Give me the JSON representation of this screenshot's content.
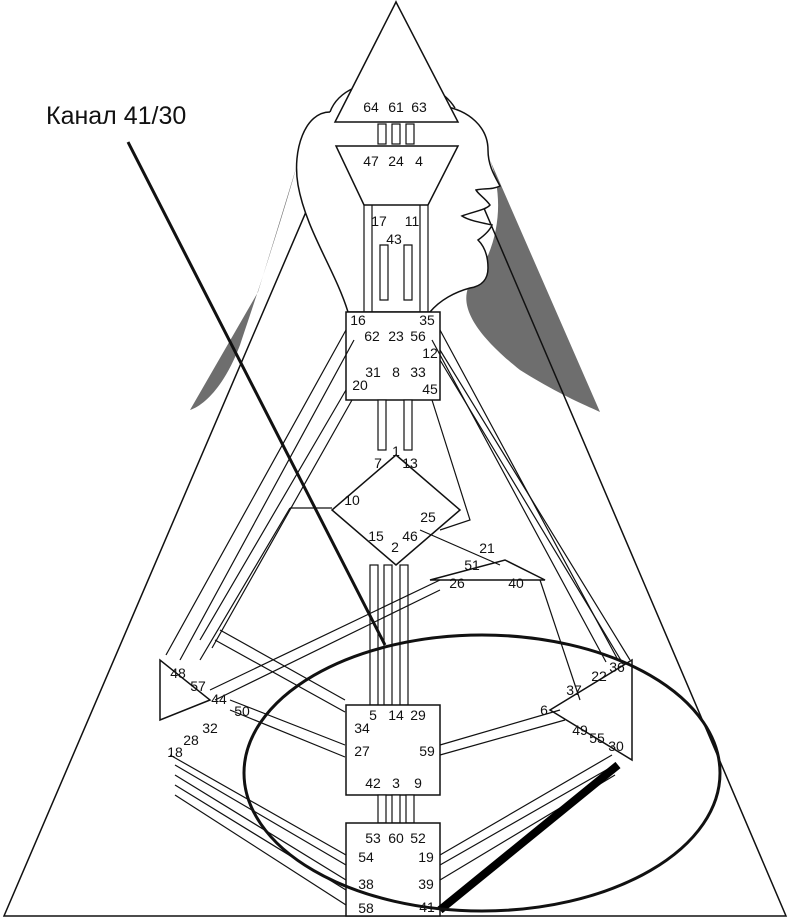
{
  "callout": {
    "label": "Канал 41/30"
  },
  "gates": {
    "head": [
      "64",
      "61",
      "63"
    ],
    "ajna_top": [
      "47",
      "24",
      "4"
    ],
    "ajna_bottom": [
      "17",
      "43",
      "11"
    ],
    "throat_top": [
      "16",
      "35"
    ],
    "throat_row": [
      "62",
      "23",
      "56"
    ],
    "throat_12": "12",
    "throat_bottom": [
      "20",
      "31",
      "8",
      "33",
      "45"
    ],
    "g_top": [
      "7",
      "1",
      "13"
    ],
    "g_10": "10",
    "g_25": "25",
    "g_bottom": [
      "15",
      "2",
      "46"
    ],
    "heart": [
      "21",
      "51",
      "26",
      "40"
    ],
    "spleen": [
      "48",
      "57",
      "44",
      "50",
      "32",
      "28",
      "18"
    ],
    "sacral_top": [
      "5",
      "14",
      "29"
    ],
    "sacral_side": [
      "34",
      "27",
      "59",
      "6"
    ],
    "sacral_bottom": [
      "42",
      "3",
      "9"
    ],
    "root_top": [
      "53",
      "60",
      "52"
    ],
    "root_left": [
      "54",
      "38",
      "58"
    ],
    "root_right": [
      "19",
      "39",
      "41"
    ],
    "solar_plexus": [
      "36",
      "22",
      "37",
      "49",
      "55",
      "30"
    ]
  },
  "colors": {
    "hair": "#6e6e6e",
    "line": "#111111",
    "highlight": "#000000",
    "background": "#ffffff"
  }
}
